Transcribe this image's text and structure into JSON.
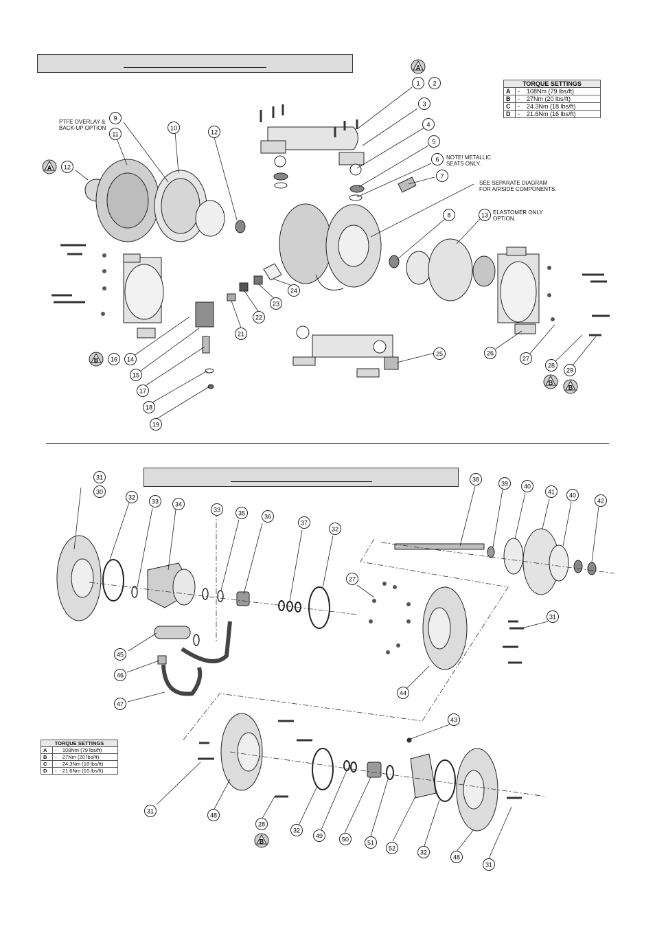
{
  "top_section": {
    "header_label": "",
    "notes": {
      "ptfe": "PTFE OVERLAY &\nBACK-UP OPTION",
      "metallic": "NOTE! METALLIC\nSEATS ONLY.",
      "airside": "SEE SEPARATE DIAGRAM\nFOR AIRSIDE COMPONENTS.",
      "elastomer": "ELASTOMER ONLY\nOPTION."
    },
    "torque_table": {
      "title": "TORQUE SETTINGS",
      "rows": [
        {
          "key": "A",
          "value": "108Nm (79 lbs/ft)"
        },
        {
          "key": "B",
          "value": "27Nm (20 lbs/ft)"
        },
        {
          "key": "C",
          "value": "24.3Nm (18 lbs/ft)"
        },
        {
          "key": "D",
          "value": "21.6Nm (16 lbs/ft)"
        }
      ]
    },
    "torque_markers": [
      "A",
      "A",
      "B",
      "B",
      "B"
    ],
    "callouts": [
      "1",
      "2",
      "3",
      "4",
      "5",
      "6",
      "7",
      "8",
      "9",
      "10",
      "11",
      "12",
      "12",
      "13",
      "14",
      "15",
      "16",
      "17",
      "18",
      "19",
      "21",
      "22",
      "23",
      "24",
      "25",
      "26",
      "27",
      "28",
      "29"
    ]
  },
  "bottom_section": {
    "header_label": "",
    "torque_table": {
      "title": "TORQUE SETTINGS",
      "rows": [
        {
          "key": "A",
          "value": "108Nm (79 lbs/ft)"
        },
        {
          "key": "B",
          "value": "27Nm (20 lbs/ft)"
        },
        {
          "key": "C",
          "value": "24.3Nm (18 lbs/ft)"
        },
        {
          "key": "D",
          "value": "21.6Nm (16 lbs/ft)"
        }
      ]
    },
    "torque_markers": [
      "B"
    ],
    "callouts": [
      "31",
      "30",
      "32",
      "33",
      "34",
      "33",
      "35",
      "36",
      "37",
      "32",
      "38",
      "39",
      "40",
      "41",
      "40",
      "42",
      "27",
      "31",
      "45",
      "46",
      "47",
      "44",
      "43",
      "31",
      "48",
      "28",
      "32",
      "49",
      "50",
      "51",
      "52",
      "32",
      "48",
      "31"
    ]
  },
  "colors": {
    "header_bg": "#dcdcdc",
    "line": "#222222",
    "part_fill": "#d9d9d9"
  },
  "separator": "-",
  "dash": "-"
}
